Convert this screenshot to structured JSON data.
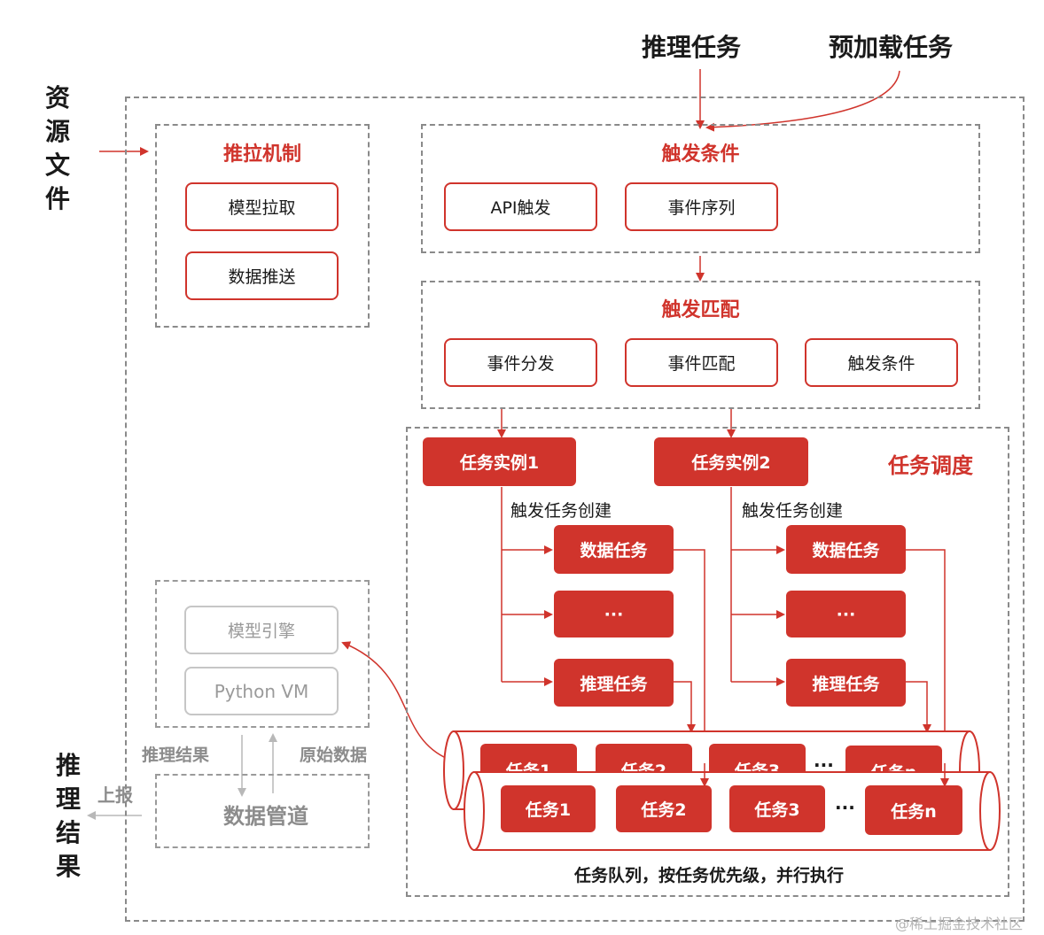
{
  "inputs": {
    "inference_task": "推理任务",
    "preload_task": "预加载任务"
  },
  "side": {
    "resource_chars": [
      "资",
      "源",
      "文",
      "件"
    ],
    "result_chars": [
      "推",
      "理",
      "结",
      "果"
    ],
    "report": "上报"
  },
  "push_pull": {
    "title": "推拉机制",
    "items": [
      "模型拉取",
      "数据推送"
    ]
  },
  "trigger_condition": {
    "title": "触发条件",
    "items": [
      "API触发",
      "事件序列"
    ]
  },
  "trigger_match": {
    "title": "触发匹配",
    "items": [
      "事件分发",
      "事件匹配",
      "触发条件"
    ]
  },
  "scheduling": {
    "title": "任务调度",
    "instances": [
      "任务实例1",
      "任务实例2"
    ],
    "create_label": "触发任务创建",
    "subtasks": [
      "数据任务",
      "···",
      "推理任务"
    ]
  },
  "engine": {
    "items": [
      "模型引擎",
      "Python VM"
    ]
  },
  "pipeline": {
    "title": "数据管道",
    "result_label": "推理结果",
    "raw_label": "原始数据"
  },
  "queue": {
    "back_items": [
      "任务1",
      "任务2",
      "任务3",
      "任务n"
    ],
    "front_items": [
      "任务1",
      "任务2",
      "任务3",
      "任务n"
    ],
    "ellipsis": "···",
    "caption": "任务队列，按任务优先级，并行执行"
  },
  "watermark": "@稀土掘金技术社区",
  "colors": {
    "accent": "#d0342c",
    "dash": "#8a8a8a",
    "muted": "#9a9a9a"
  }
}
